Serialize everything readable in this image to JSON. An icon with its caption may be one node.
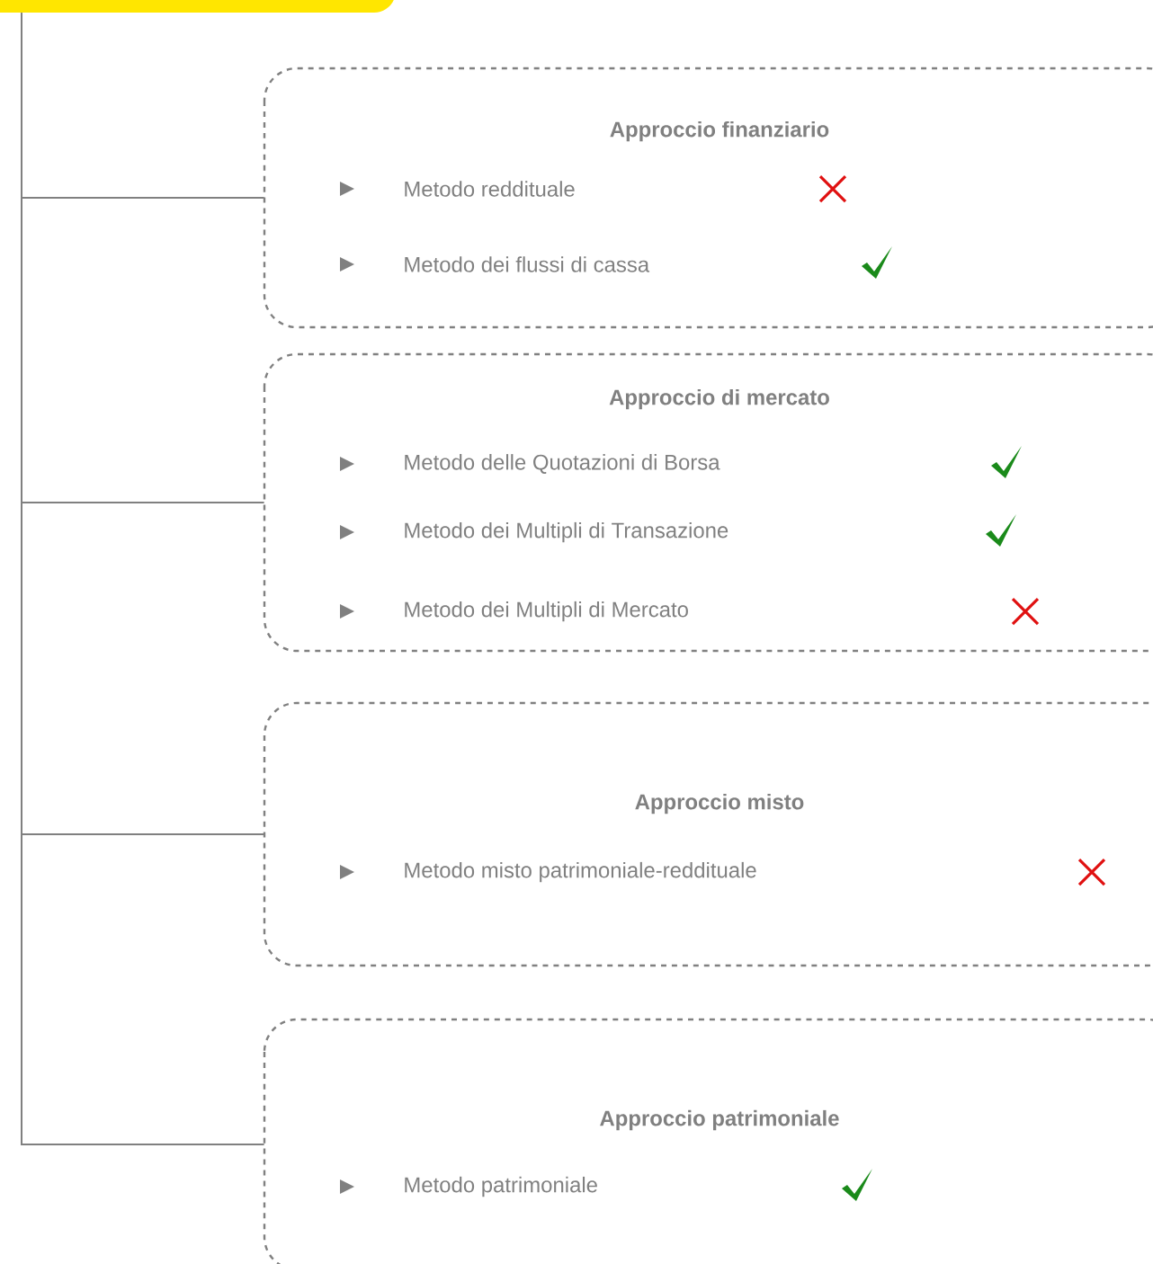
{
  "diagram": {
    "nodes": [
      {
        "text": [],
        "shape": "box"
      },
      {
        "text": [
          "Approccio finanziario",
          "Metodo reddituale",
          "Metodo dei flussi di cassa"
        ]
      },
      {
        "text": [
          "Approccio di mercato",
          "Metodo delle Quotazioni di Borsa",
          "Metodo dei Multipli di Transazione",
          "Metodo dei Multipli di Mercato"
        ]
      },
      {
        "text": [
          "Approccio misto",
          "Metodo misto patrimoniale-reddituale"
        ]
      },
      {
        "text": [
          "Approccio patrimoniale",
          "Metodo patrimoniale"
        ]
      }
    ],
    "edges": [
      {
        "from": 0,
        "to": 1,
        "arrow": "none"
      },
      {
        "from": 0,
        "to": 2,
        "arrow": "none"
      },
      {
        "from": 0,
        "to": 3,
        "arrow": "none"
      },
      {
        "from": 0,
        "to": 4,
        "arrow": "none"
      }
    ]
  }
}
